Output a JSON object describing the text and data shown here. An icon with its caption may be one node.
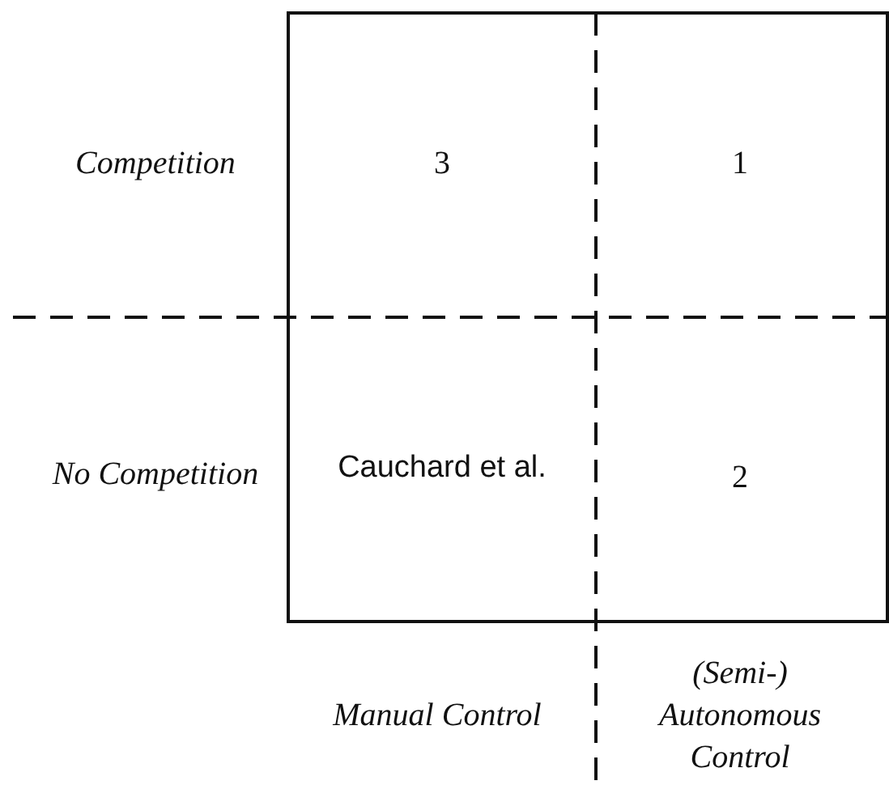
{
  "diagram": {
    "labels": [
      "Competition",
      "3",
      "1",
      "No Competition",
      "Cauchard et al.",
      "2",
      "Manual Control",
      "(Semi-) Autonomous Control"
    ]
  }
}
